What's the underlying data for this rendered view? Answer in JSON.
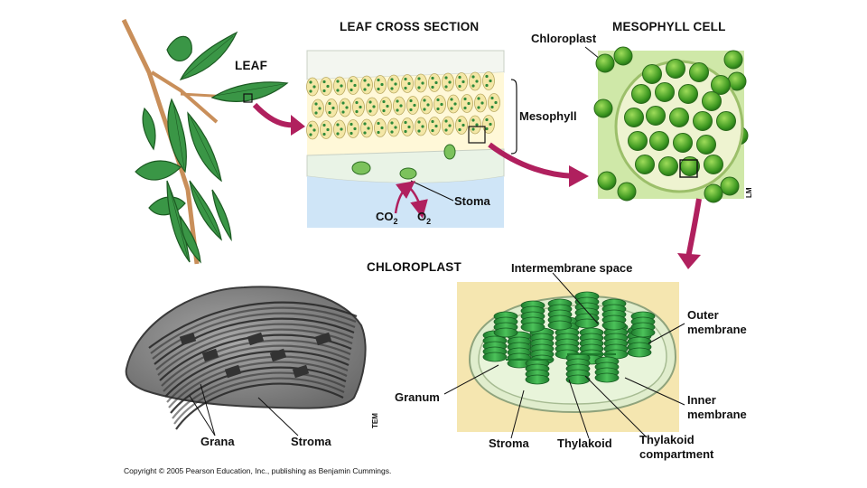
{
  "headers": {
    "leaf": "LEAF",
    "leaf_cross_section": "LEAF CROSS SECTION",
    "mesophyll_cell": "MESOPHYLL CELL",
    "chloroplast": "CHLOROPLAST"
  },
  "labels": {
    "chloroplast": "Chloroplast",
    "mesophyll": "Mesophyll",
    "stoma_top": "Stoma",
    "co2_base": "CO",
    "co2_sub": "2",
    "o2_base": "O",
    "o2_sub": "2",
    "lm": "LM",
    "tem": "TEM",
    "grana": "Grana",
    "stroma_left": "Stroma",
    "intermembrane_space": "Intermembrane space",
    "outer_membrane_1": "Outer",
    "outer_membrane_2": "membrane",
    "granum": "Granum",
    "inner_membrane_1": "Inner",
    "inner_membrane_2": "membrane",
    "stroma_right": "Stroma",
    "thylakoid": "Thylakoid",
    "thylakoid_compartment_1": "Thylakoid",
    "thylakoid_compartment_2": "compartment"
  },
  "copyright": "Copyright © 2005 Pearson Education, Inc., publishing as Benjamin Cummings.",
  "colors": {
    "arrow": "#b0205e",
    "leaf_green": "#2f8a3a",
    "cell_green": "#5bb02a",
    "panel_yellow": "#f5e6b0",
    "em_gray": "#8a8a8a"
  }
}
